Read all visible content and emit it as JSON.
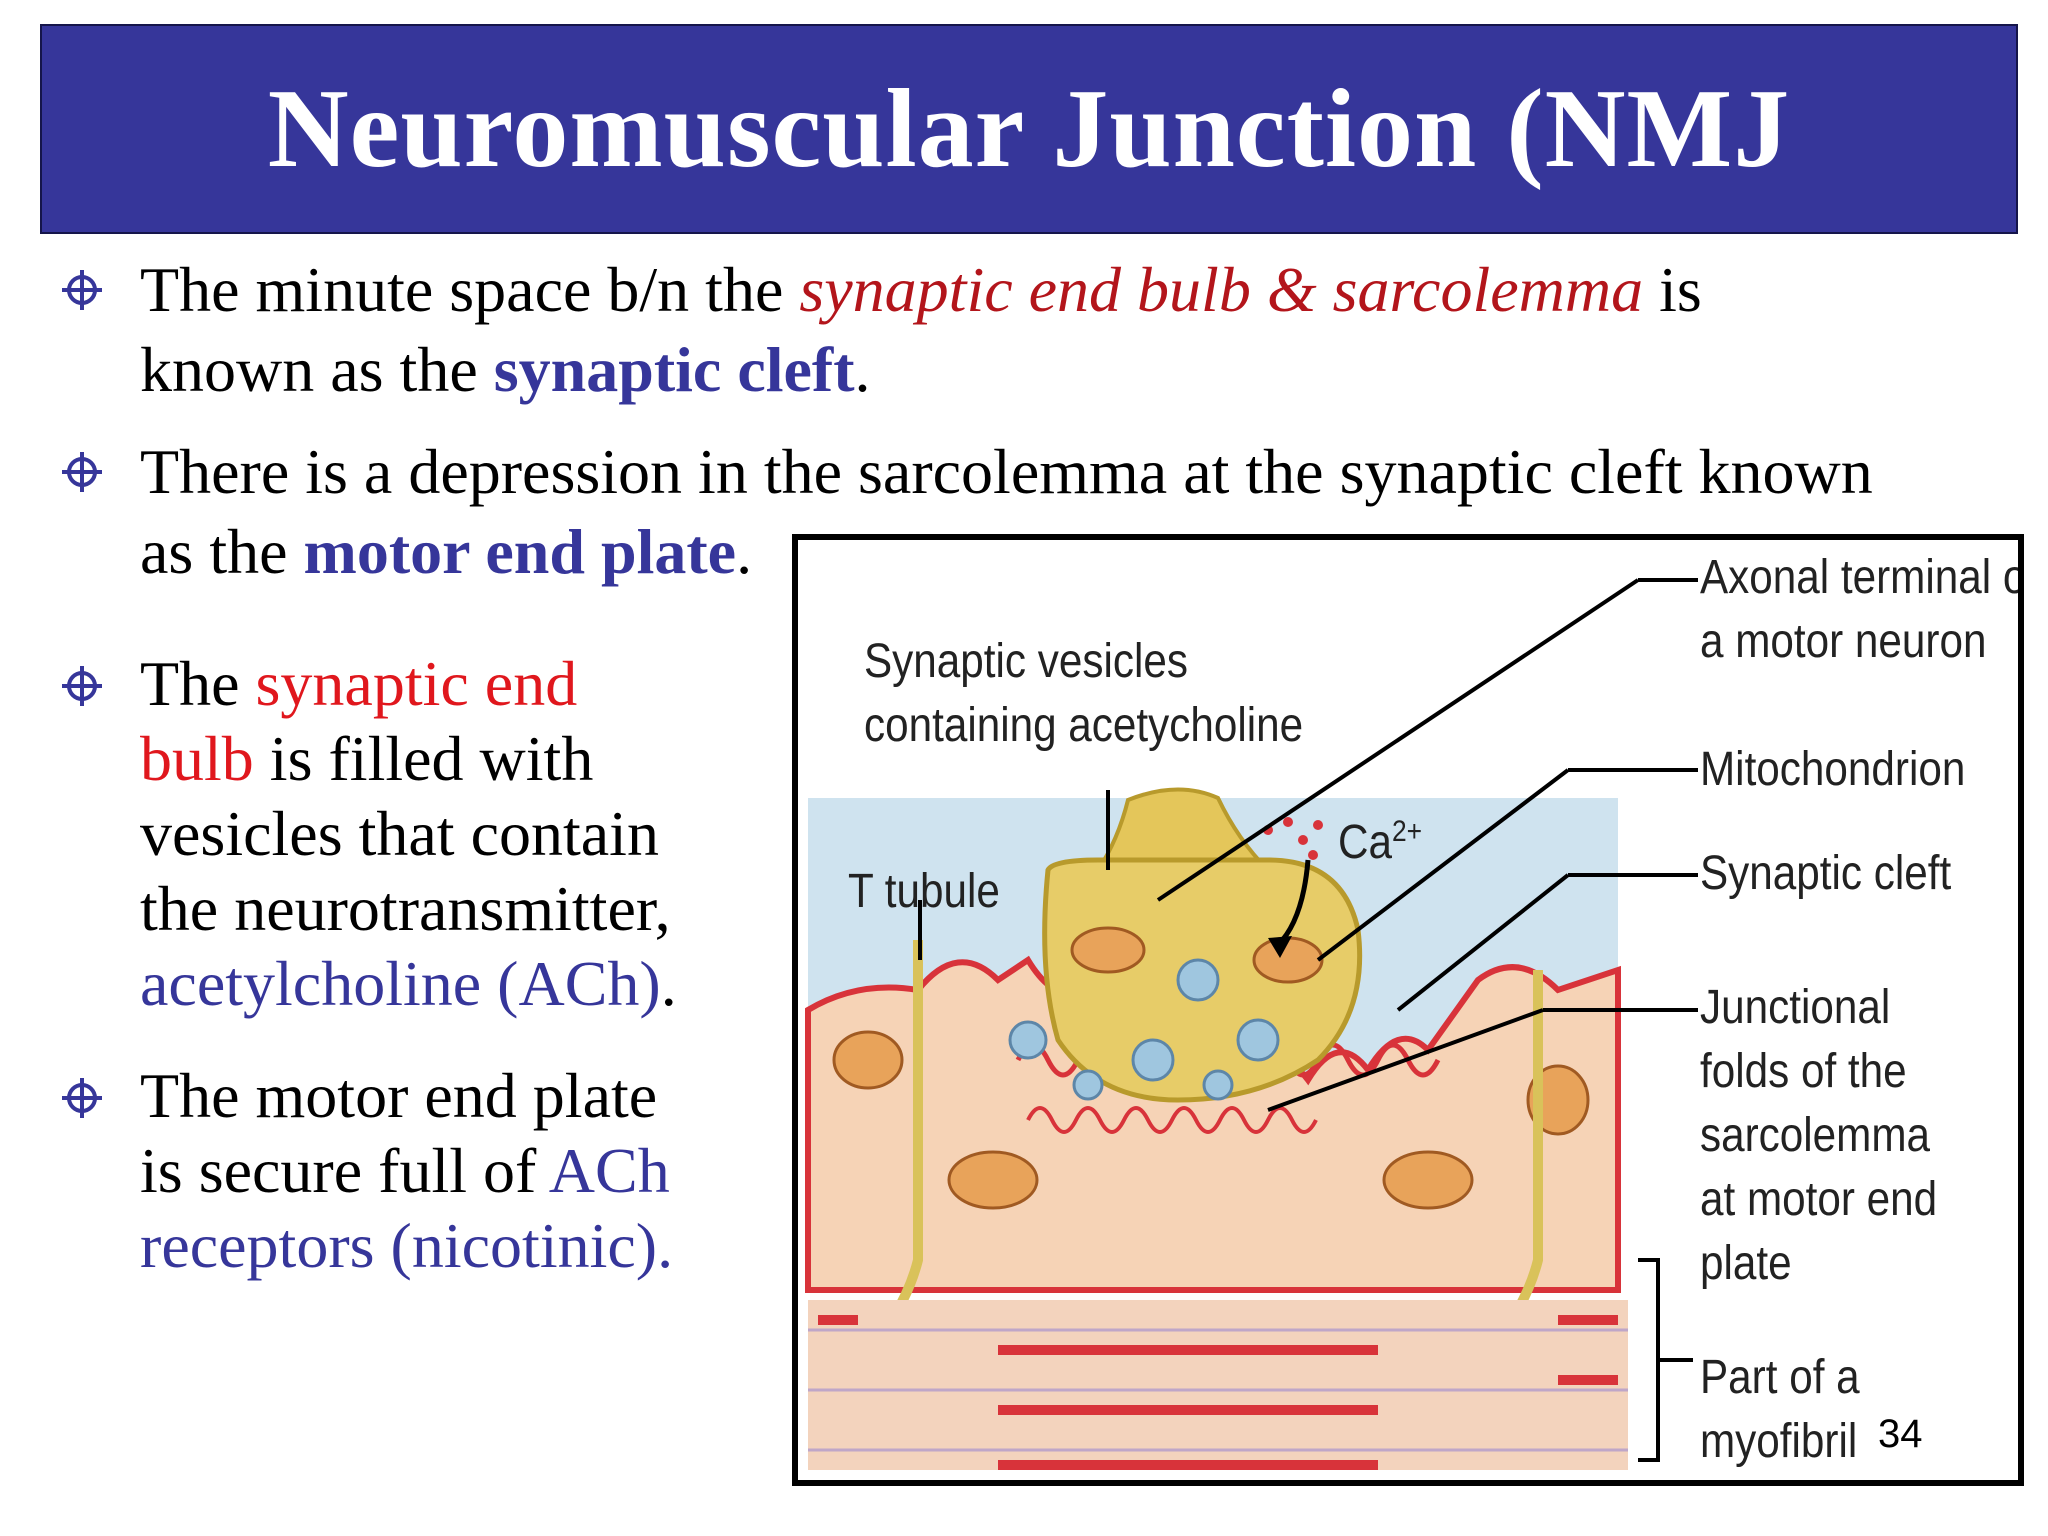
{
  "title": "Neuromuscular Junction (NMJ",
  "bullets": [
    {
      "t1": "The minute space b/n the ",
      "t2": "synaptic end bulb & sarcolemma",
      "t3": " is",
      "t4": "known as the ",
      "t5": "synaptic cleft",
      "t6": "."
    },
    {
      "t1": "There is a depression in the sarcolemma at the synaptic cleft known",
      "t2": "as the ",
      "t3": "motor end plate",
      "t4": "."
    },
    {
      "t1": "The ",
      "t2": "synaptic end",
      "t3": "bulb",
      "t4": " is filled with",
      "t5": "vesicles that contain",
      "t6": "the neurotransmitter,",
      "t7": "acetylcholine (ACh)",
      "t8": "."
    },
    {
      "t1": "The motor end plate",
      "t2": "is secure full of ",
      "t3": "ACh",
      "t4": "receptors (nicotinic)."
    }
  ],
  "figure": {
    "labels": {
      "vesicles_1": "Synaptic vesicles",
      "vesicles_2": "containing acetycholine",
      "t_tubule": "T tubule",
      "ca": "Ca",
      "ca_sup": "2+",
      "axonal_1": "Axonal terminal of",
      "axonal_2": "a motor neuron",
      "mitochondrion": "Mitochondrion",
      "cleft": "Synaptic cleft",
      "junctional_1": "Junctional",
      "junctional_2": "folds of the",
      "junctional_3": "sarcolemma",
      "junctional_4": "at motor end",
      "junctional_5": "plate",
      "myofibril_1": "Part of a",
      "myofibril_2": "myofibril"
    }
  },
  "page_number": "34",
  "colors": {
    "title_bg": "#36369a",
    "accent_red": "#b3151b",
    "accent_blue": "#36369a"
  }
}
